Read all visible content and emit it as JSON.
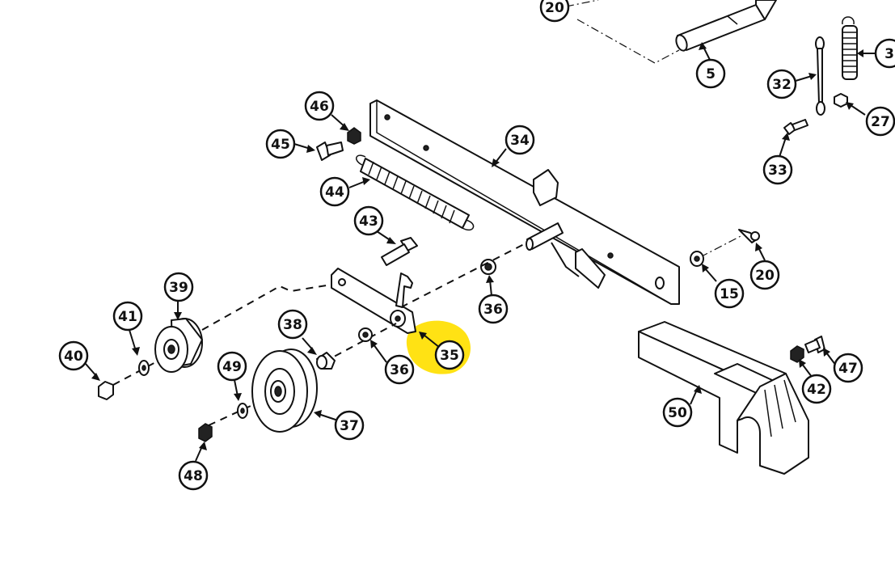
{
  "colors": {
    "line": "#111111",
    "background": "#ffffff",
    "highlight": "#ffe000"
  },
  "highlighted_callout": "35",
  "callouts": [
    {
      "id": "c20a",
      "label": "20"
    },
    {
      "id": "c5",
      "label": "5"
    },
    {
      "id": "c3",
      "label": "3"
    },
    {
      "id": "c32",
      "label": "32"
    },
    {
      "id": "c27",
      "label": "27"
    },
    {
      "id": "c33",
      "label": "33"
    },
    {
      "id": "c46",
      "label": "46"
    },
    {
      "id": "c45",
      "label": "45"
    },
    {
      "id": "c34",
      "label": "34"
    },
    {
      "id": "c44",
      "label": "44"
    },
    {
      "id": "c43",
      "label": "43"
    },
    {
      "id": "c39",
      "label": "39"
    },
    {
      "id": "c41",
      "label": "41"
    },
    {
      "id": "c40",
      "label": "40"
    },
    {
      "id": "c38",
      "label": "38"
    },
    {
      "id": "c49",
      "label": "49"
    },
    {
      "id": "c36a",
      "label": "36"
    },
    {
      "id": "c35",
      "label": "35"
    },
    {
      "id": "c36b",
      "label": "36"
    },
    {
      "id": "c37",
      "label": "37"
    },
    {
      "id": "c48",
      "label": "48"
    },
    {
      "id": "c15",
      "label": "15"
    },
    {
      "id": "c20b",
      "label": "20"
    },
    {
      "id": "c47",
      "label": "47"
    },
    {
      "id": "c42",
      "label": "42"
    },
    {
      "id": "c50",
      "label": "50"
    }
  ]
}
